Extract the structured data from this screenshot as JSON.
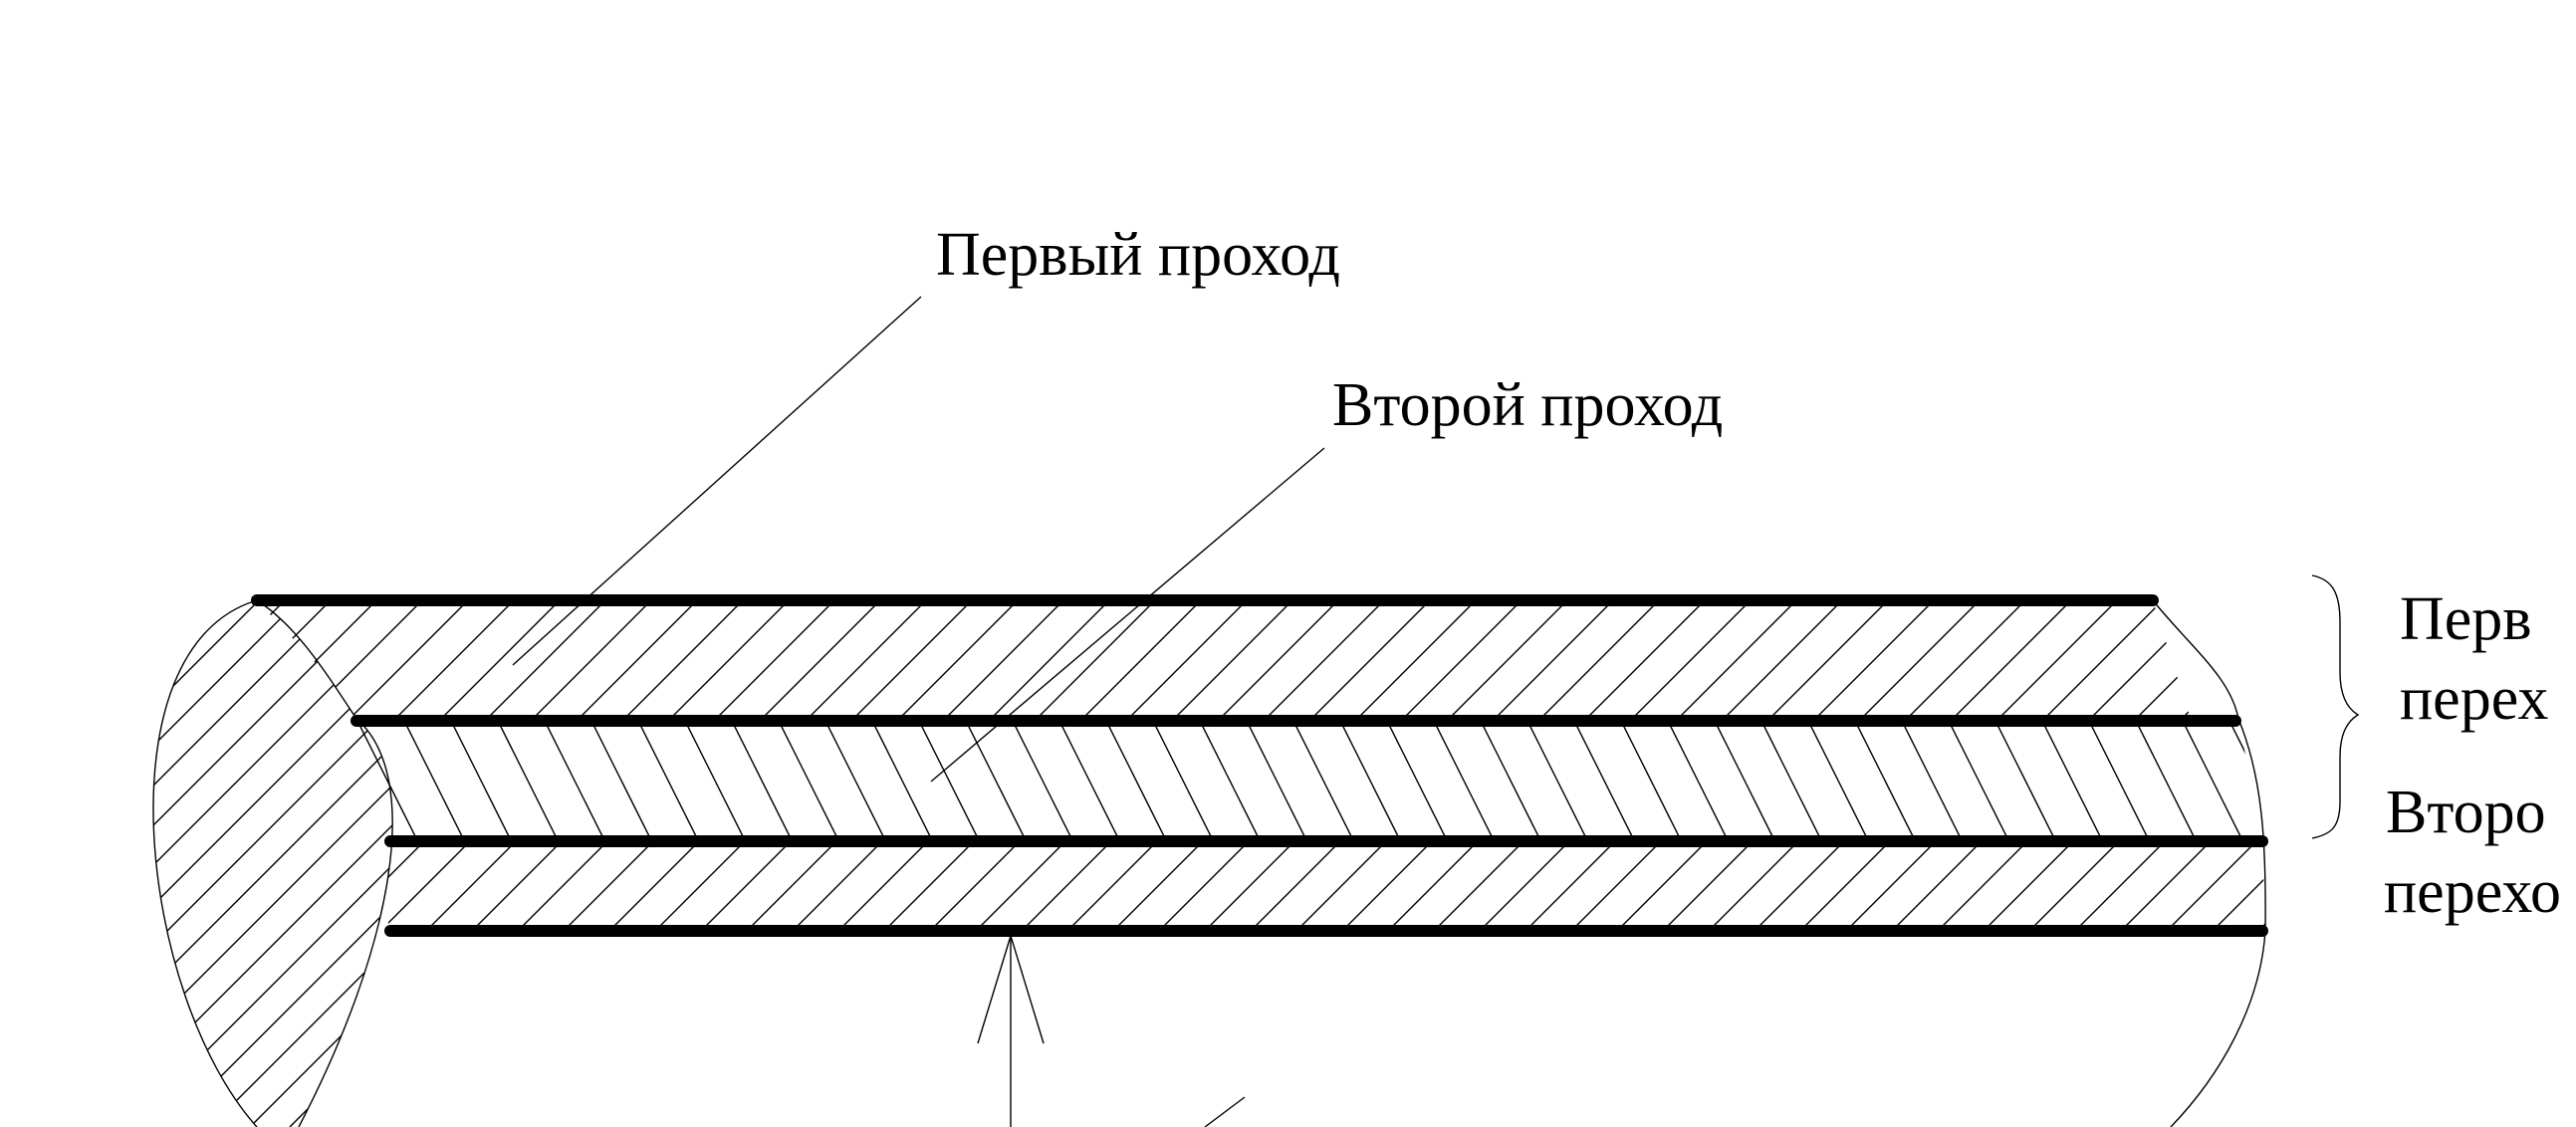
{
  "labels": {
    "first_pass": "Первый проход",
    "second_pass": "Второй проход",
    "first_transition_line1": "Перв",
    "first_transition_line2": "перех",
    "second_transition_line1": "Второ",
    "second_transition_line2": "перехо"
  },
  "colors": {
    "ink": "#000000",
    "background": "#ffffff"
  }
}
